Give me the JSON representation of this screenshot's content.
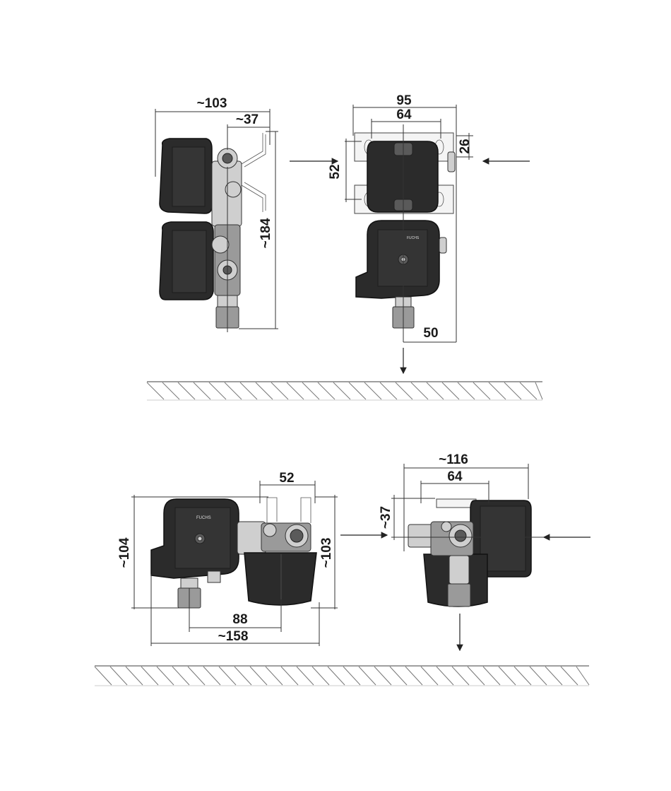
{
  "dimensions": {
    "v1_width": "~103",
    "v1_offset": "~37",
    "v1_height": "~184",
    "v2_outer": "95",
    "v2_inner": "64",
    "v2_hole": "26",
    "v2_slot": "52",
    "v2_axis": "50",
    "v3_top": "52",
    "v3_height_left": "~104",
    "v3_height_right": "~103",
    "v3_spacing": "88",
    "v3_width": "~158",
    "v4_width": "~116",
    "v4_inner": "64",
    "v4_offset": "~37"
  },
  "logo_text": "FUCHS",
  "icons": [
    "arrow-right-icon",
    "arrow-left-icon",
    "arrow-down-icon"
  ],
  "colors": {
    "housing": "#2b2b2b",
    "metal": "#cfcfcf",
    "lines": "#333333"
  }
}
